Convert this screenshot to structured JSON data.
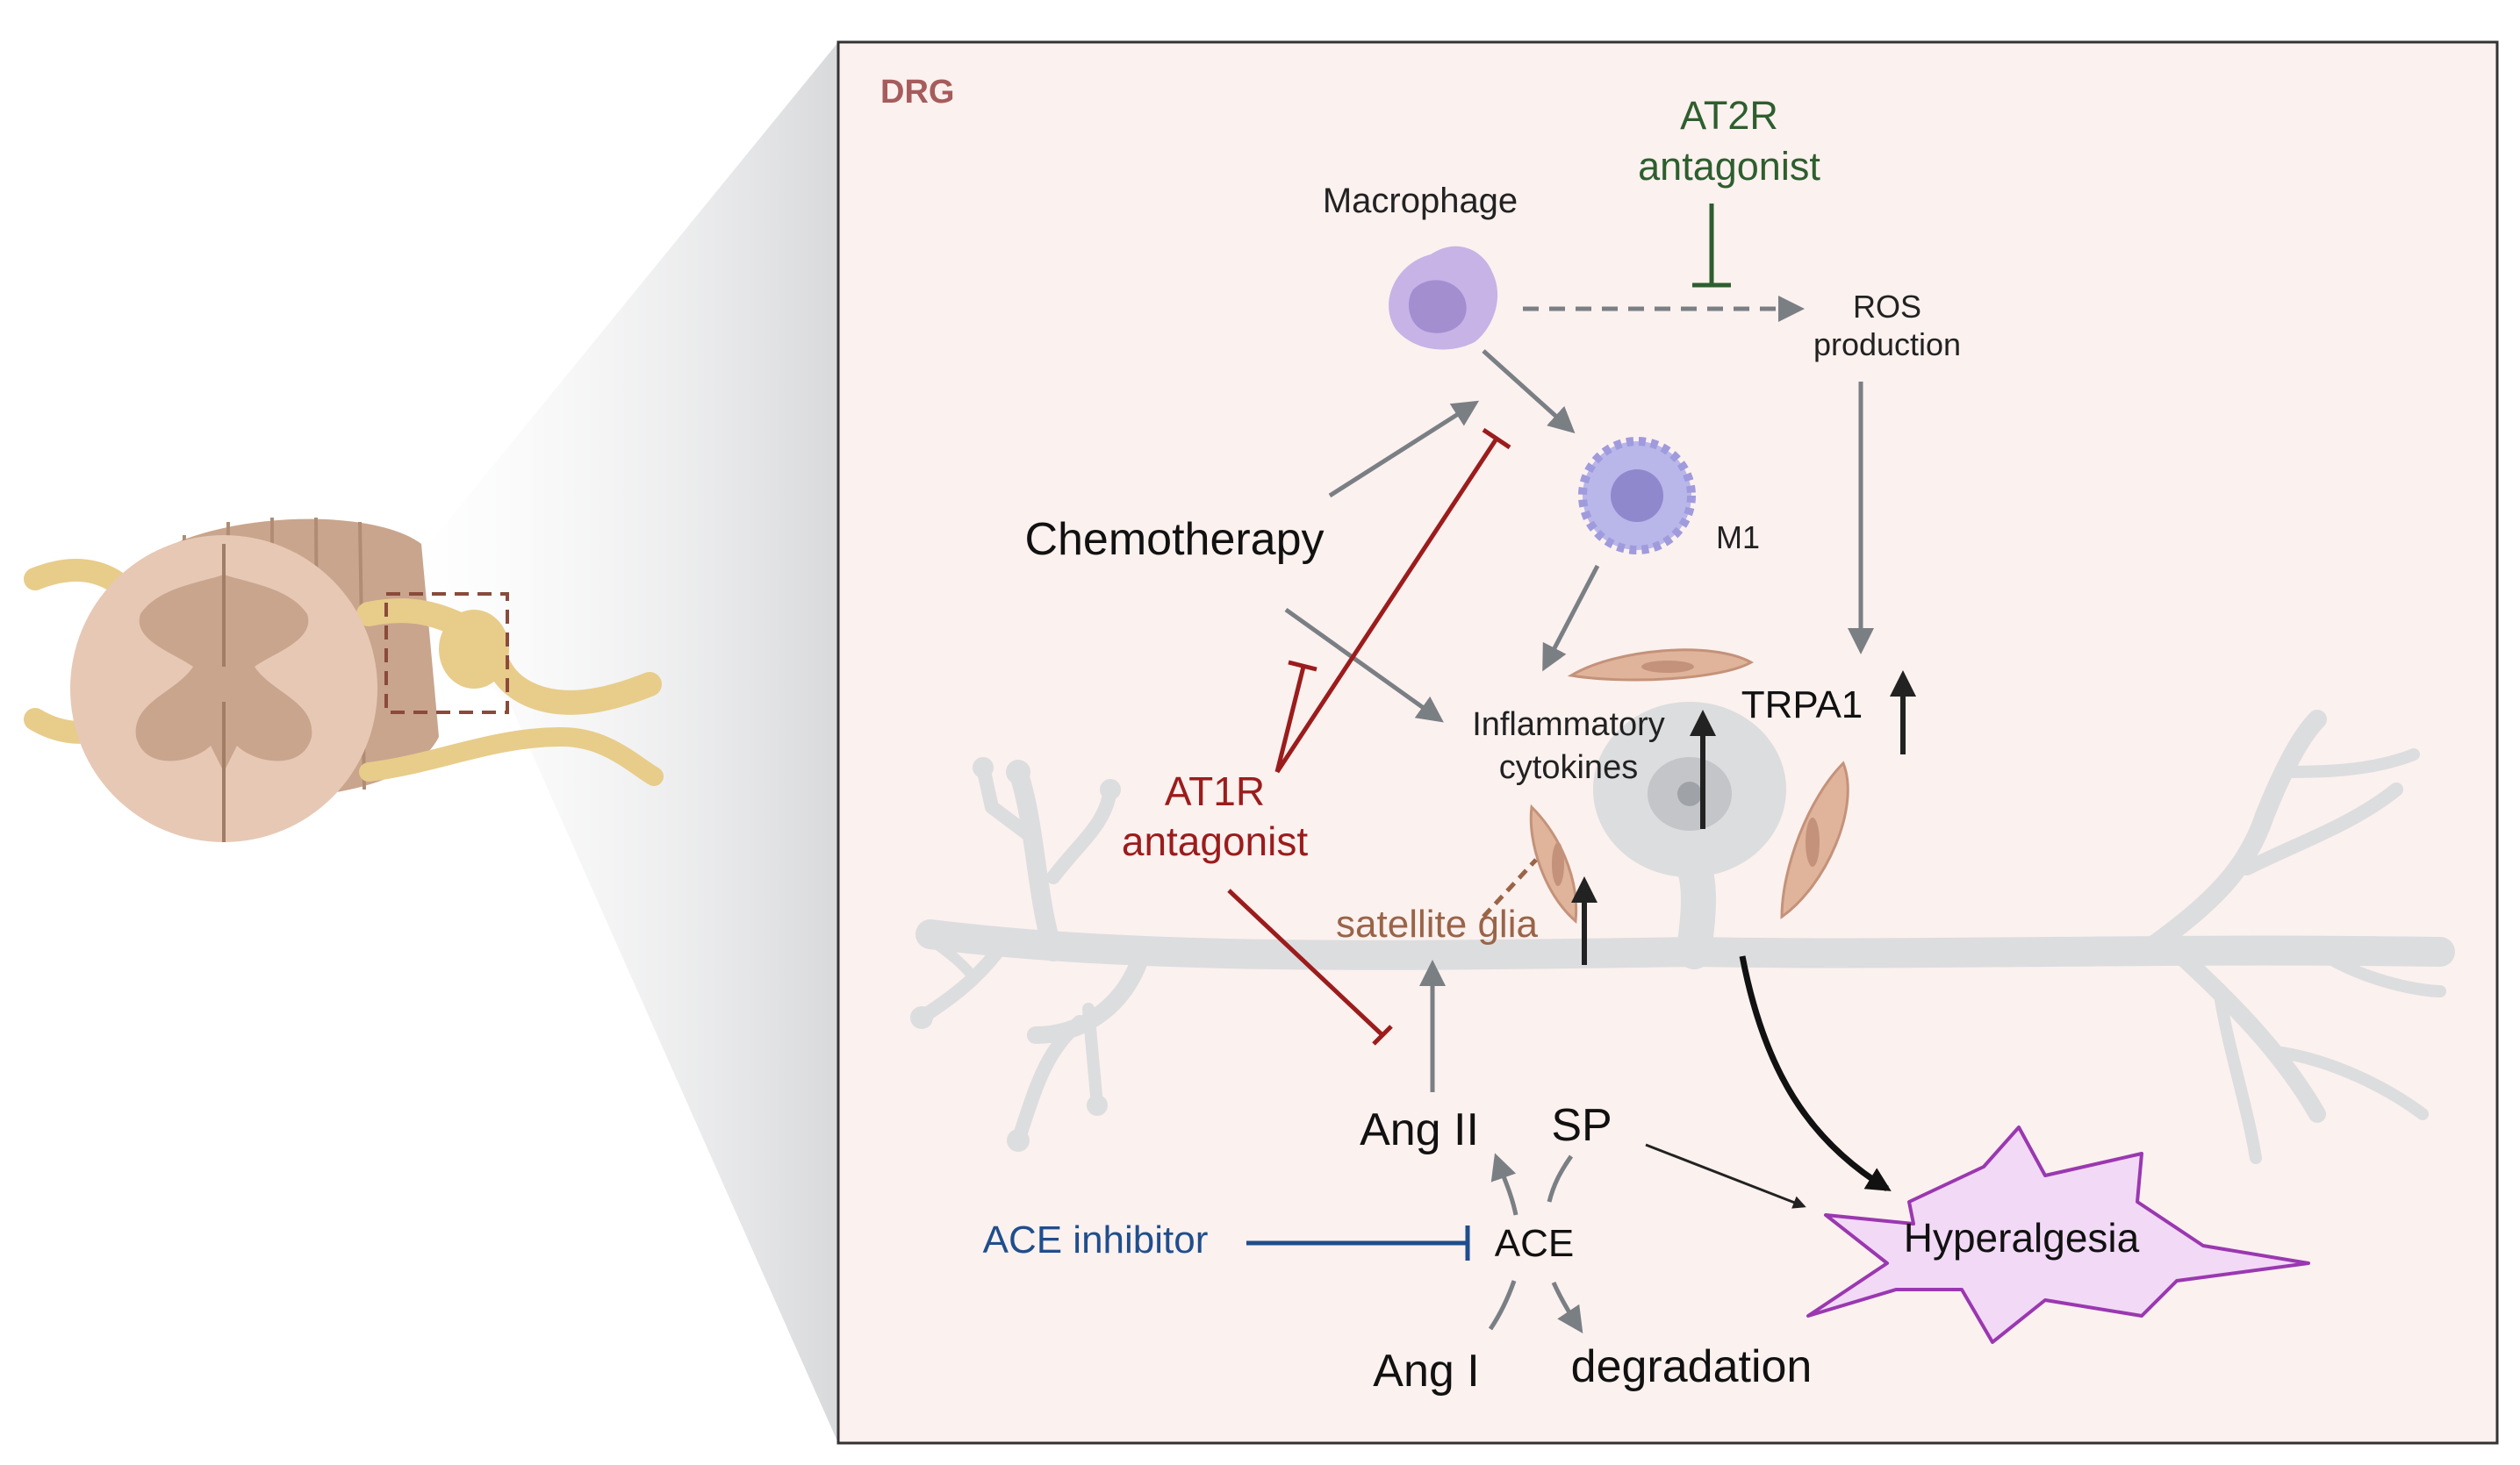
{
  "panel": {
    "region_label": "DRG"
  },
  "labels": {
    "at2r_antagonist": [
      "AT2R",
      "antagonist"
    ],
    "macrophage": "Macrophage",
    "ros_production": [
      "ROS",
      "production"
    ],
    "m1": "M1",
    "chemotherapy": "Chemotherapy",
    "inflammatory_cytokines": [
      "Inflammatory",
      "cytokines"
    ],
    "trpa1": "TRPA1",
    "at1r_antagonist": [
      "AT1R",
      "antagonist"
    ],
    "satellite_glia": "satellite glia",
    "ang_ii": "Ang II",
    "sp": "SP",
    "ace_inhibitor": "ACE inhibitor",
    "ace": "ACE",
    "ang_i": "Ang I",
    "degradation": "degradation",
    "hyperalgesia": "Hyperalgesia"
  },
  "colors": {
    "panel_bg": "#fbf1ef",
    "panel_border": "#333333",
    "region_label": "#a65c5c",
    "at2r": "#2e5e2e",
    "at1r": "#9b1c1c",
    "ace_inhibitor": "#1f4e8c",
    "satellite_glia_text": "#9a6448",
    "glia_fill": "#e0b49a",
    "neuron_fill": "#dcdddf",
    "arrow_gray": "#7a7f84",
    "hyperalgesia_fill": "#f2d9f6",
    "hyperalgesia_stroke": "#9a38b0",
    "macrophage_fill": "#c7b3e6",
    "m1_fill": "#b9b6ea",
    "nerve_yellow": "#e8cc8a",
    "cord_brown": "#c9a58d"
  },
  "icons": [
    "spinal-cord-illustration",
    "macrophage-cell-icon",
    "m1-macrophage-icon",
    "neuron-cell-body",
    "satellite-glia-cell",
    "hyperalgesia-burst"
  ]
}
